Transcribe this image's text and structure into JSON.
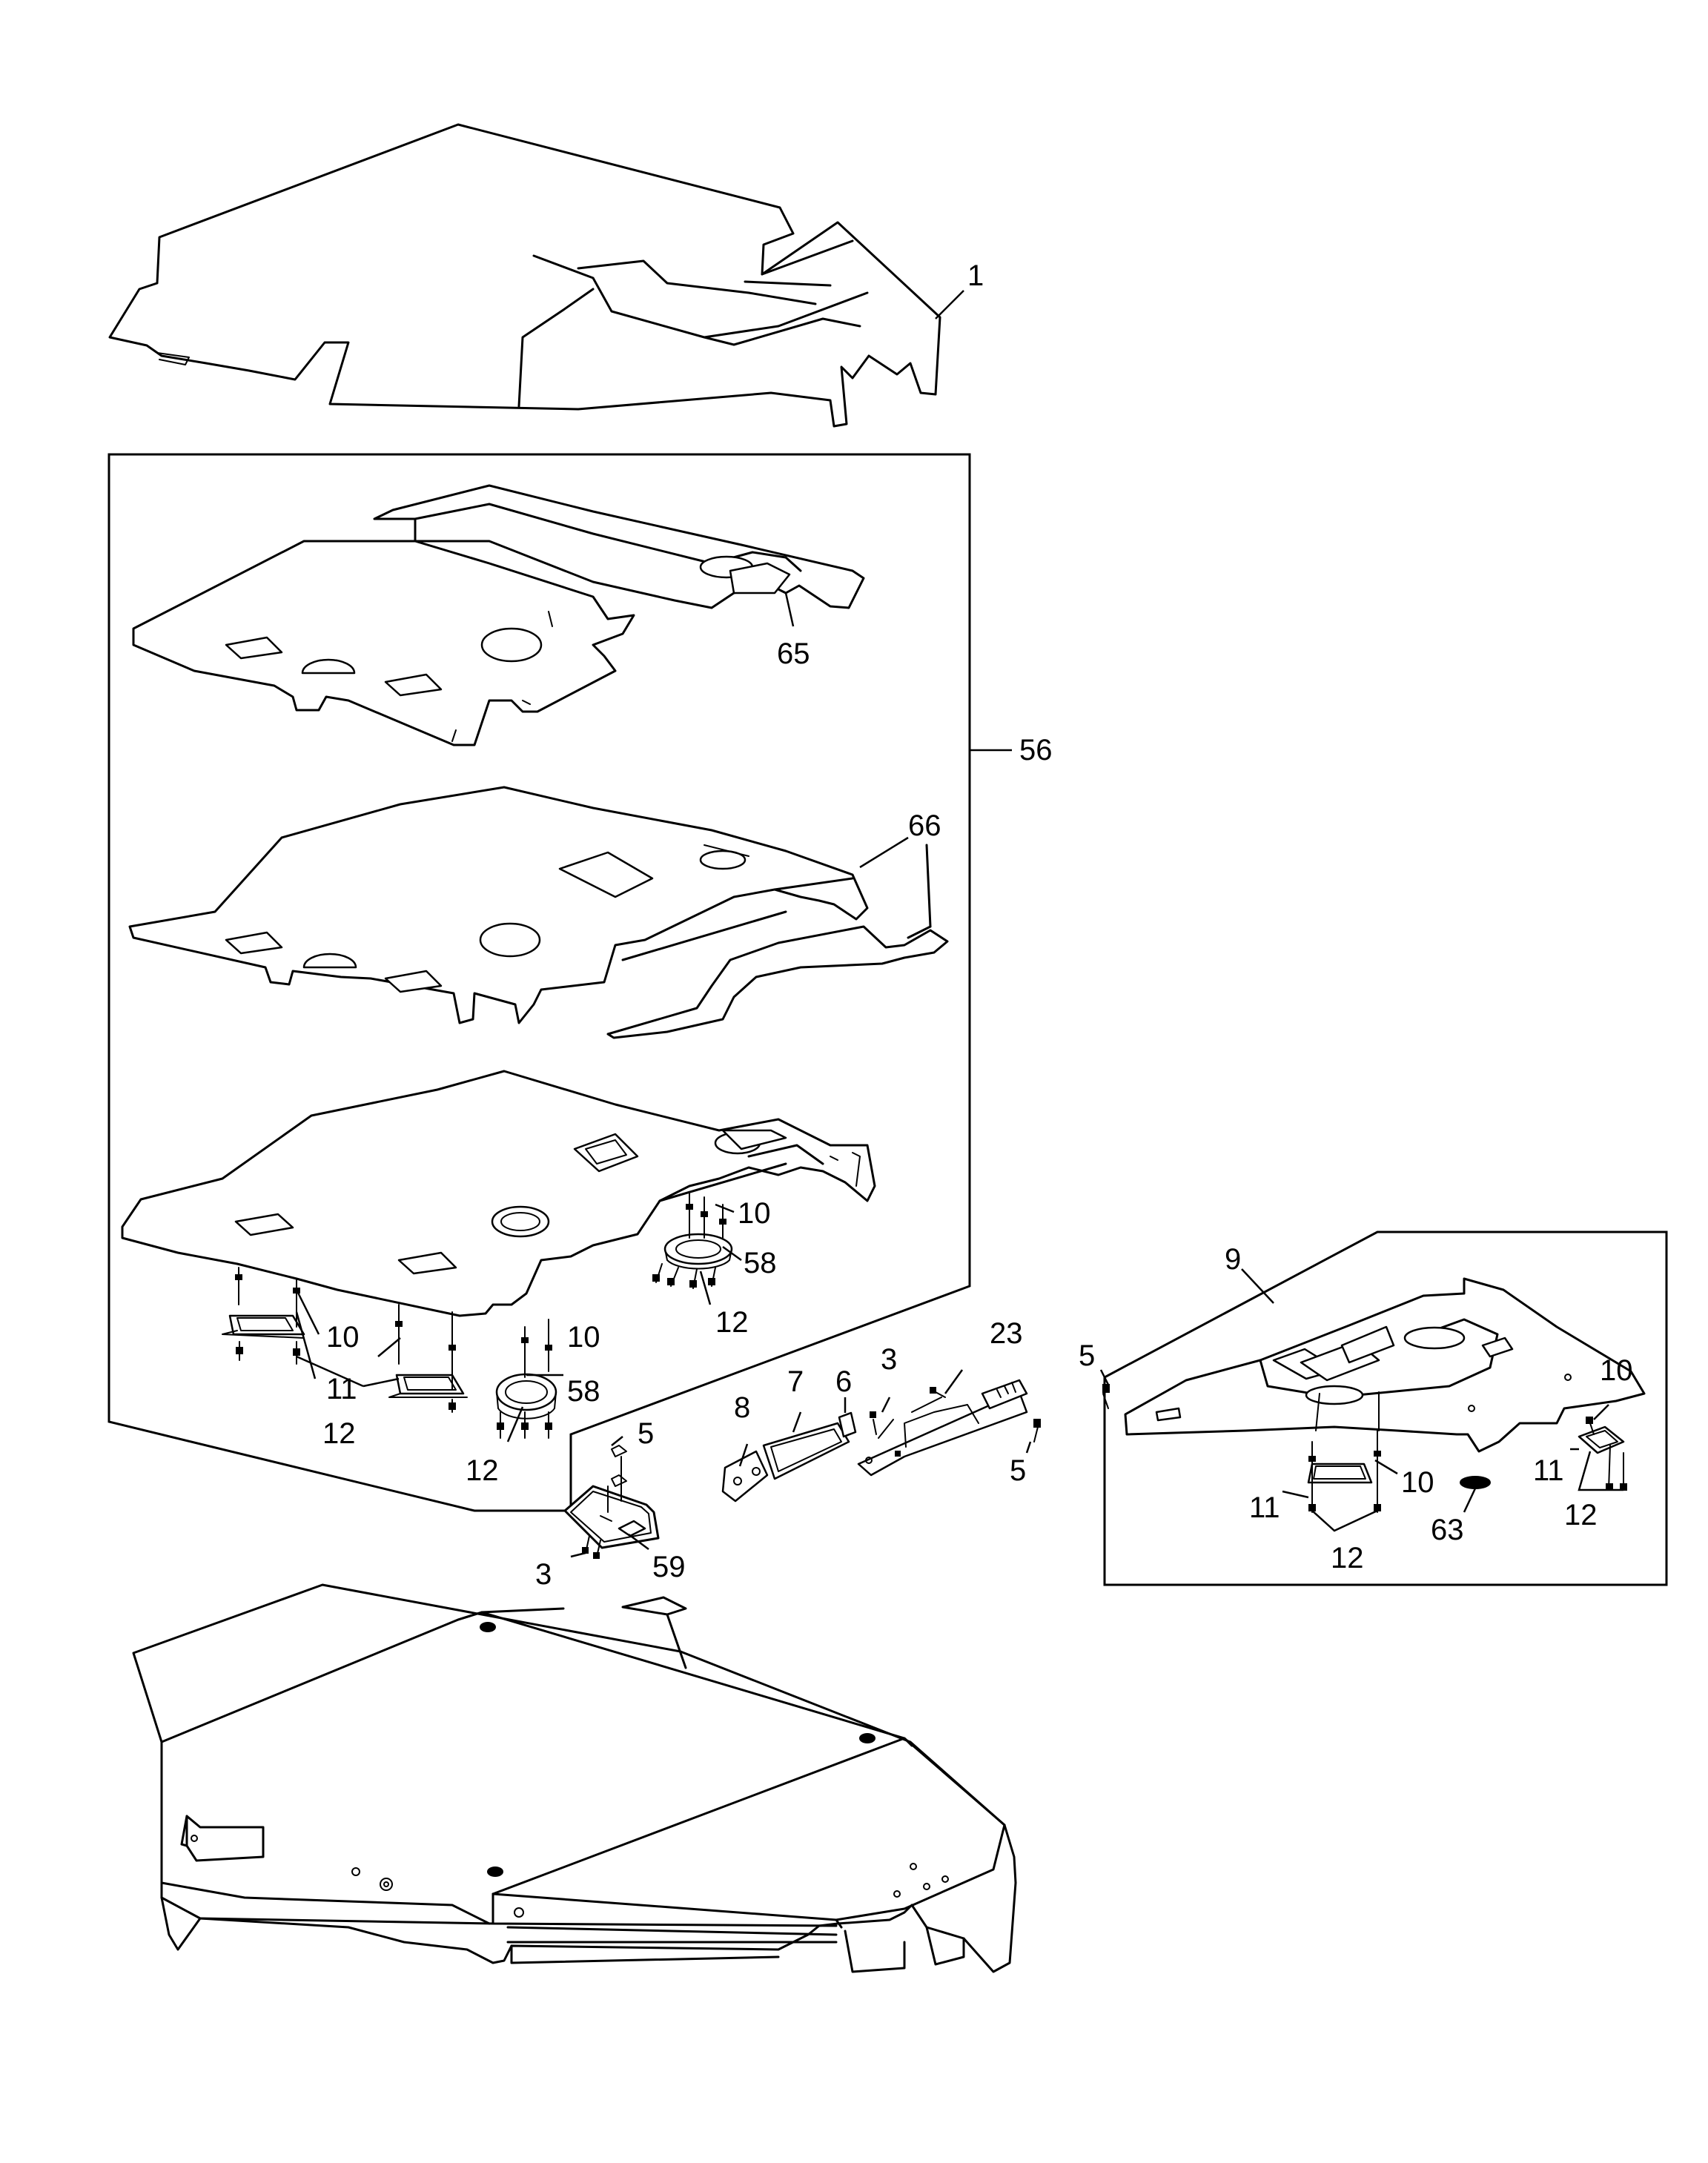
{
  "callouts": [
    {
      "id": "1",
      "text": "1"
    },
    {
      "id": "65",
      "text": "65"
    },
    {
      "id": "56",
      "text": "56"
    },
    {
      "id": "66",
      "text": "66"
    },
    {
      "id": "10",
      "text": "10"
    },
    {
      "id": "58",
      "text": "58"
    },
    {
      "id": "11",
      "text": "11"
    },
    {
      "id": "12",
      "text": "12"
    },
    {
      "id": "5",
      "text": "5"
    },
    {
      "id": "3",
      "text": "3"
    },
    {
      "id": "59",
      "text": "59"
    },
    {
      "id": "8",
      "text": "8"
    },
    {
      "id": "7",
      "text": "7"
    },
    {
      "id": "6",
      "text": "6"
    },
    {
      "id": "23",
      "text": "23"
    },
    {
      "id": "9",
      "text": "9"
    },
    {
      "id": "63",
      "text": "63"
    }
  ]
}
